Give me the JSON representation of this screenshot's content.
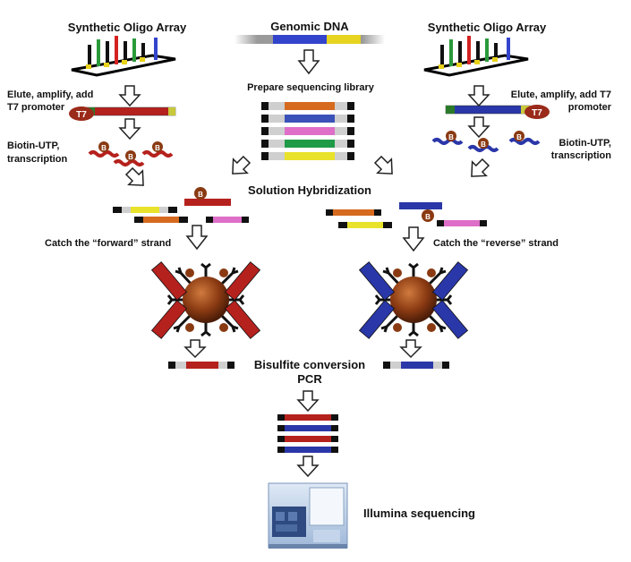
{
  "labels": {
    "left_array": "Synthetic Oligo Array",
    "right_array": "Synthetic Oligo Array",
    "genomic": "Genomic DNA",
    "prepare_lib": "Prepare sequencing library",
    "elute_left_1": "Elute, amplify, add",
    "elute_left_2": "T7 promoter",
    "elute_right_1": "Elute, amplify, add T7",
    "elute_right_2": "promoter",
    "biotin_left_1": "Biotin-UTP,",
    "biotin_left_2": "transcription",
    "biotin_right_1": "Biotin-UTP,",
    "biotin_right_2": "transcription",
    "hybridization": "Solution Hybridization",
    "catch_forward": "Catch the “forward” strand",
    "catch_reverse": "Catch the “reverse” strand",
    "bisulfite": "Bisulfite conversion",
    "pcr": "PCR",
    "illumina": "Illumina sequencing",
    "t7": "T7",
    "biotin_b": "B"
  },
  "colors": {
    "red_strand": "#b5211d",
    "blue_strand": "#2a37a8",
    "bead": "#8a3a12",
    "library": [
      "#d66a1e",
      "#3a52b8",
      "#de6ec8",
      "#1f9a47",
      "#e8e22a"
    ]
  }
}
